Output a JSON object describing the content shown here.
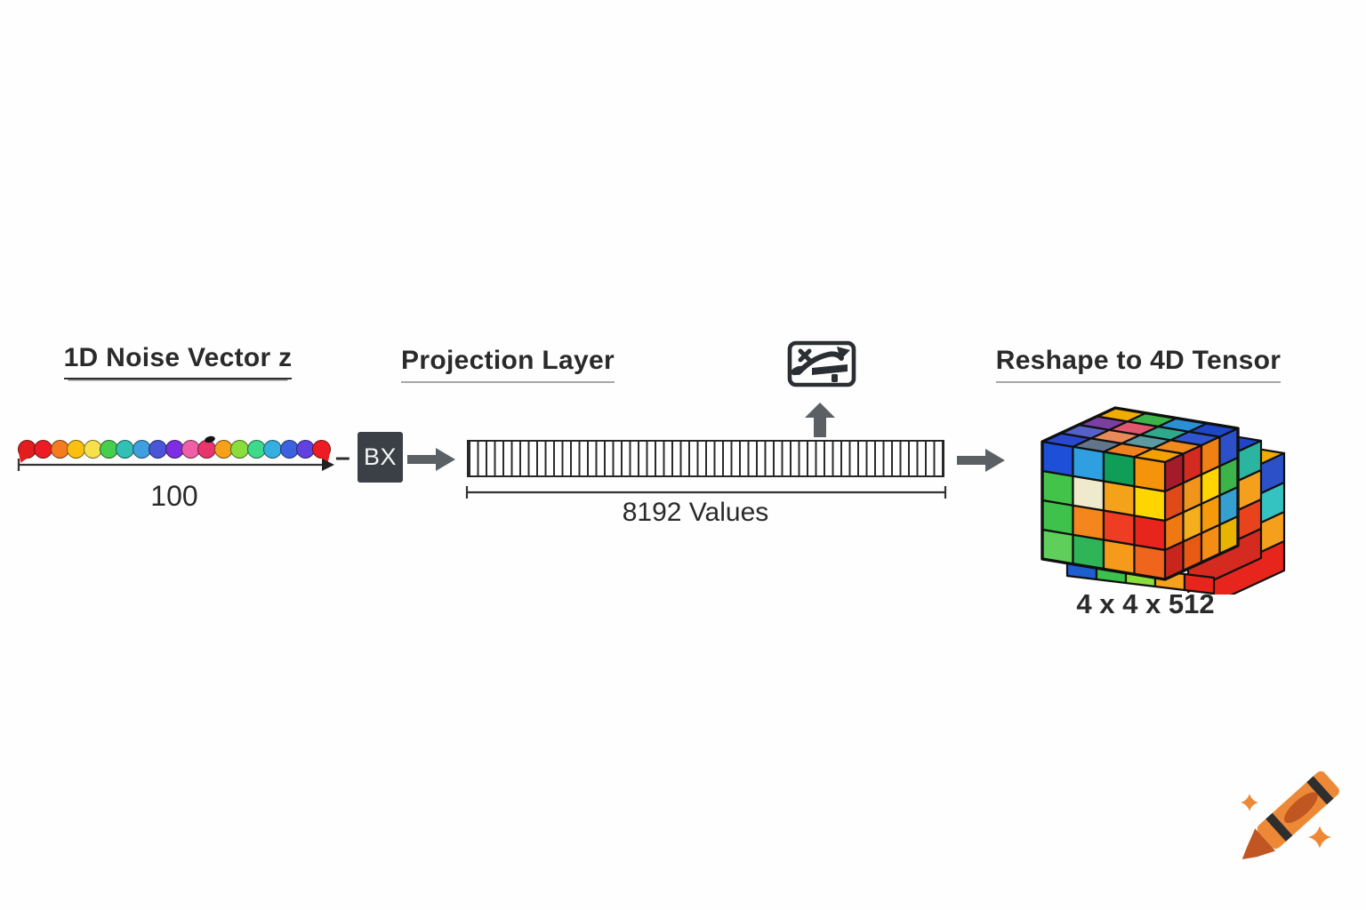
{
  "titles": {
    "noise": "1D Noise Vector z",
    "projection": "Projection Layer",
    "reshape": "Reshape to 4D Tensor"
  },
  "noise_vector": {
    "dimension_label": "100",
    "dot_colors": [
      "#e31d1d",
      "#ed1c24",
      "#f47b20",
      "#fdc010",
      "#f6e04b",
      "#46cf4c",
      "#32c0b4",
      "#3f9fe0",
      "#4a55d8",
      "#7c2ee0",
      "#ee5fa7",
      "#e8356d",
      "#f5a11c",
      "#8ade3c",
      "#3ed98b",
      "#35aee0",
      "#3c62e0",
      "#6141e0",
      "#ed1c24"
    ],
    "blob_dot_index": 11
  },
  "projection": {
    "minus_label": "–",
    "matrix_label": "BX",
    "values_label": "8192 Values"
  },
  "tensor": {
    "dimension_label": "4 x 4 x 512",
    "front": [
      [
        "#1d4fd8",
        "#2e9fe0",
        "#0f9d58",
        "#f5930a"
      ],
      [
        "#43c34a",
        "#eeeacb",
        "#f5a21b",
        "#ffd500"
      ],
      [
        "#3fc24c",
        "#f5861e",
        "#ee3d23",
        "#e8251c"
      ],
      [
        "#5ecf5a",
        "#2fb457",
        "#f59a1b",
        "#f0651e"
      ]
    ],
    "top": [
      [
        "#2948cf",
        "#64748b",
        "#f07f1d",
        "#f6a000"
      ],
      [
        "#5560c8",
        "#e88a5a",
        "#5a9aa0",
        "#f08a1c"
      ],
      [
        "#7a3fa0",
        "#e0566e",
        "#2fa98c",
        "#2f55d0"
      ],
      [
        "#f0ad00",
        "#3cb44a",
        "#2b8fd6",
        "#1d46c8"
      ]
    ],
    "right": [
      [
        "#a61b29",
        "#d42a20",
        "#f08014",
        "#2b50c8"
      ],
      [
        "#e04a18",
        "#f0941c",
        "#ffd400",
        "#3cb44a"
      ],
      [
        "#f07810",
        "#f5af1c",
        "#f59a0a",
        "#35a0d0"
      ],
      [
        "#c8251c",
        "#e85a14",
        "#f58c14",
        "#e8b400"
      ]
    ],
    "layers": [
      {
        "top": [
          "#3cb44a",
          "#2bb5a0",
          "#2b8fd6",
          "#1d46c8"
        ],
        "right": [
          "#2bb5a0",
          "#f5a01c",
          "#e8431c",
          "#d42a20"
        ]
      },
      {
        "top": [
          "#2b8fd6",
          "#3cb44a",
          "#35c3c1",
          "#f0ad00"
        ],
        "right": [
          "#2b50c8",
          "#35c3c1",
          "#f5a01c",
          "#e8251c"
        ]
      }
    ],
    "bottom_slab": [
      "#1d5fd0",
      "#3cc24c",
      "#8ade3c",
      "#f5a11c",
      "#e8251c"
    ]
  },
  "colors": {
    "ink": "#2b2b2b",
    "arrow": "#5b6065",
    "matrix_box": "#3b4046",
    "icon_ink": "#2b2f33",
    "crayon_body": "#ED8936",
    "crayon_dark": "#C05621",
    "crayon_stripe": "#2e2e2e",
    "sparkle": "#ED8936"
  }
}
